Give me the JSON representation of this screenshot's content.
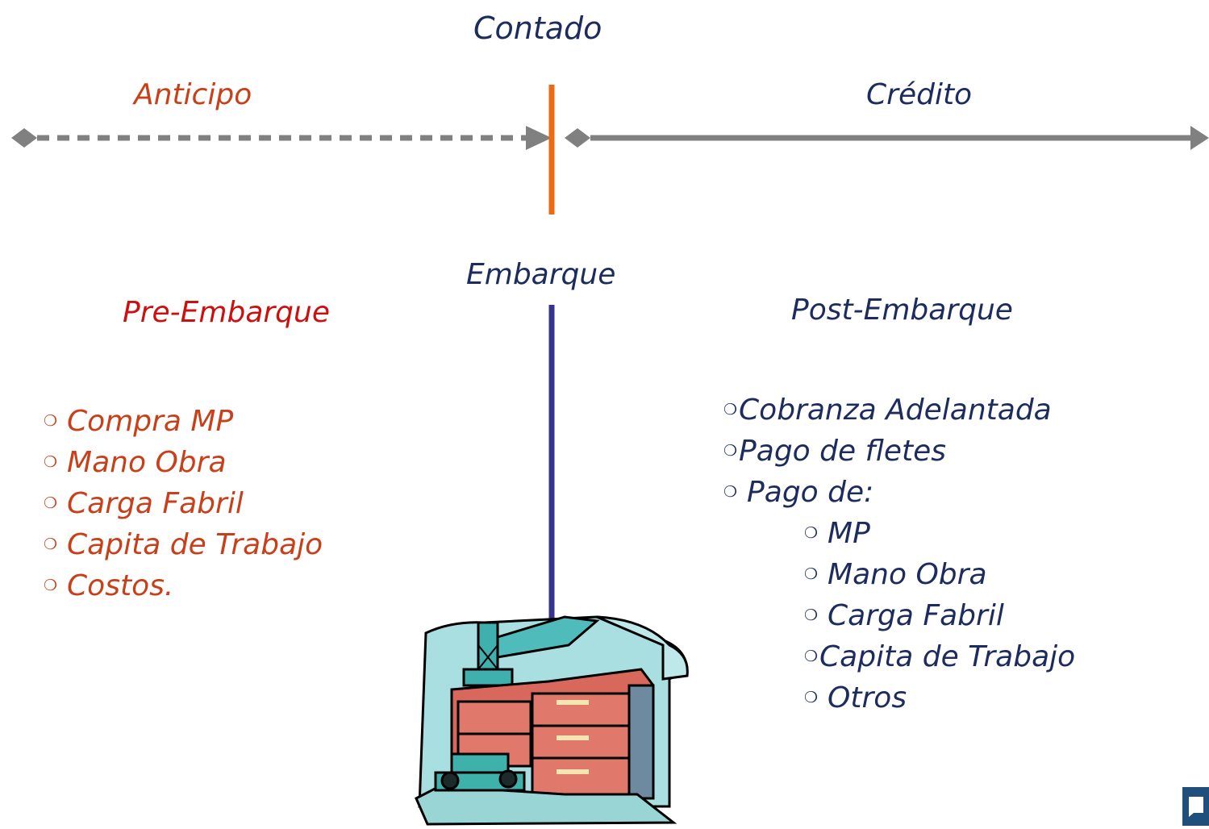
{
  "title": "Contado",
  "timeline": {
    "left_label": "Anticipo",
    "right_label": "Crédito"
  },
  "shipment": {
    "label": "Embarque"
  },
  "pre": {
    "heading": "Pre-Embarque",
    "items": [
      "Compra MP",
      "Mano Obra",
      "Carga Fabril",
      "Capita de Trabajo",
      "Costos."
    ]
  },
  "post": {
    "heading": "Post-Embarque",
    "items": [
      "Cobranza Adelantada",
      "Pago de fletes",
      "Pago de:"
    ],
    "subitems": [
      "MP",
      "Mano Obra",
      "Carga Fabril",
      "Capita de Trabajo",
      "Otros"
    ]
  },
  "bullet_glyph": "❍",
  "colors": {
    "navy": "#1c2c5e",
    "orange": "#c8401a",
    "red": "#cc1010",
    "timeline_grey": "#808080",
    "divider_orange": "#ee6a12",
    "divider_blue": "#35358e"
  },
  "icons": {
    "illustration": "port-cargo-crane-icon",
    "corner": "presentation-icon"
  }
}
